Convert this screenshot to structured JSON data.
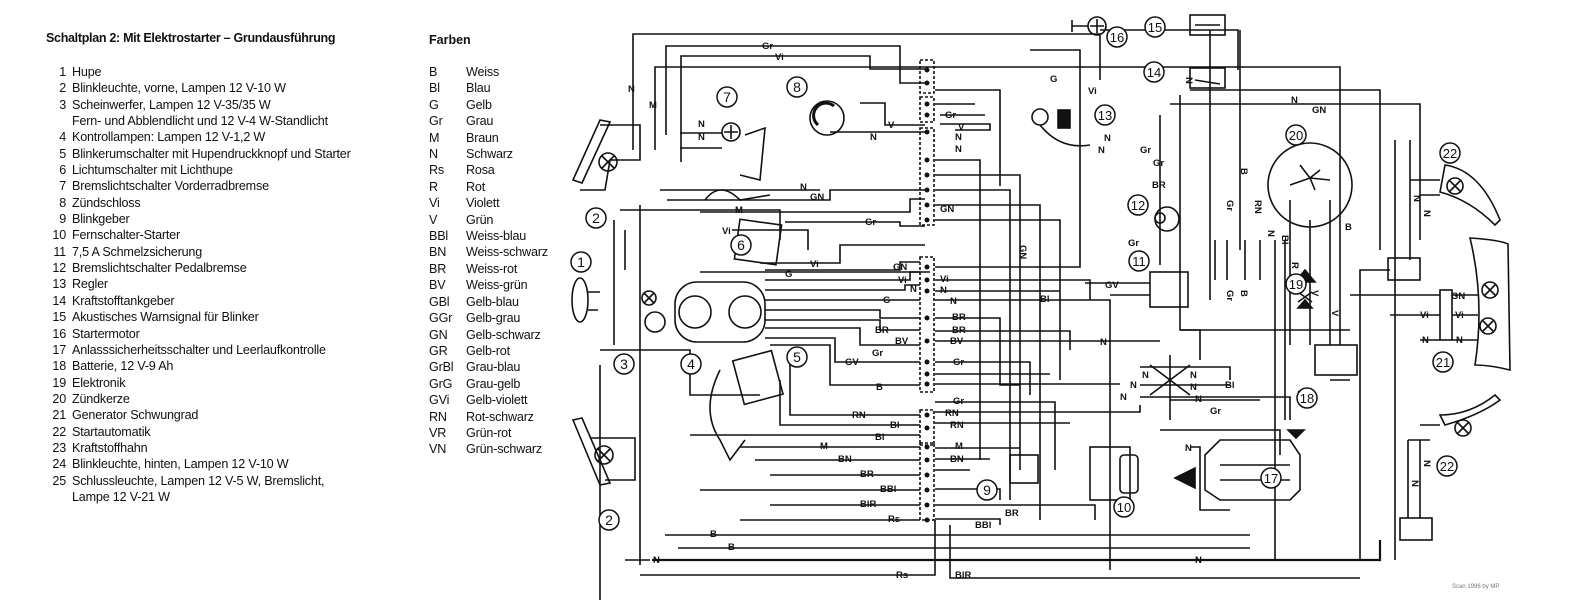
{
  "title": "Schaltplan 2: Mit Elektrostarter – Grundausführung",
  "components": [
    {
      "num": "1",
      "label": "Hupe"
    },
    {
      "num": "2",
      "label": "Blinkleuchte, vorne, Lampen 12 V-10 W"
    },
    {
      "num": "3",
      "label": "Scheinwerfer, Lampen 12 V-35/35 W",
      "cont": "Fern- und Abblendlicht und 12 V-4 W-Standlicht"
    },
    {
      "num": "4",
      "label": "Kontrollampen: Lampen 12 V-1,2 W"
    },
    {
      "num": "5",
      "label": "Blinkerumschalter mit Hupendruckknopf und Starter"
    },
    {
      "num": "6",
      "label": "Lichtumschalter mit Lichthupe"
    },
    {
      "num": "7",
      "label": "Bremslichtschalter Vorderradbremse"
    },
    {
      "num": "8",
      "label": "Zündschloss"
    },
    {
      "num": "9",
      "label": "Blinkgeber"
    },
    {
      "num": "10",
      "label": "Fernschalter-Starter"
    },
    {
      "num": "11",
      "label": "7,5 A Schmelzsicherung"
    },
    {
      "num": "12",
      "label": "Bremslichtschalter Pedalbremse"
    },
    {
      "num": "13",
      "label": "Regler"
    },
    {
      "num": "14",
      "label": "Kraftstofftankgeber"
    },
    {
      "num": "15",
      "label": "Akustisches Warnsignal für Blinker"
    },
    {
      "num": "16",
      "label": "Startermotor"
    },
    {
      "num": "17",
      "label": "Anlasssicherheitsschalter und Leerlaufkontrolle"
    },
    {
      "num": "18",
      "label": "Batterie, 12 V-9 Ah"
    },
    {
      "num": "19",
      "label": "Elektronik"
    },
    {
      "num": "20",
      "label": "Zündkerze"
    },
    {
      "num": "21",
      "label": "Generator Schwungrad"
    },
    {
      "num": "22",
      "label": "Startautomatik"
    },
    {
      "num": "23",
      "label": "Kraftstoffhahn"
    },
    {
      "num": "24",
      "label": "Blinkleuchte, hinten, Lampen 12 V-10 W"
    },
    {
      "num": "25",
      "label": "Schlussleuchte, Lampen 12 V-5 W, Bremslicht,",
      "cont": "Lampe 12 V-21 W"
    }
  ],
  "colors_title": "Farben",
  "colors": [
    {
      "code": "B",
      "name": "Weiss"
    },
    {
      "code": "Bl",
      "name": "Blau"
    },
    {
      "code": "G",
      "name": "Gelb"
    },
    {
      "code": "Gr",
      "name": "Grau"
    },
    {
      "code": "M",
      "name": "Braun"
    },
    {
      "code": "N",
      "name": "Schwarz"
    },
    {
      "code": "Rs",
      "name": "Rosa"
    },
    {
      "code": "R",
      "name": "Rot"
    },
    {
      "code": "Vi",
      "name": "Violett"
    },
    {
      "code": "V",
      "name": "Grün"
    },
    {
      "code": "BBl",
      "name": "Weiss-blau"
    },
    {
      "code": "BN",
      "name": "Weiss-schwarz"
    },
    {
      "code": "BR",
      "name": "Weiss-rot"
    },
    {
      "code": "BV",
      "name": "Weiss-grün"
    },
    {
      "code": "GBl",
      "name": "Gelb-blau"
    },
    {
      "code": "GGr",
      "name": "Gelb-grau"
    },
    {
      "code": "GN",
      "name": "Gelb-schwarz"
    },
    {
      "code": "GR",
      "name": "Gelb-rot"
    },
    {
      "code": "GrBl",
      "name": "Grau-blau"
    },
    {
      "code": "GrG",
      "name": "Grau-gelb"
    },
    {
      "code": "GVi",
      "name": "Gelb-violett"
    },
    {
      "code": "RN",
      "name": "Rot-schwarz"
    },
    {
      "code": "VR",
      "name": "Grün-rot"
    },
    {
      "code": "VN",
      "name": "Grün-schwarz"
    }
  ],
  "diagram": {
    "callouts": [
      "1",
      "2",
      "2",
      "3",
      "4",
      "5",
      "6",
      "7",
      "8",
      "9",
      "10",
      "11",
      "12",
      "13",
      "14",
      "15",
      "16",
      "17",
      "18",
      "19",
      "20",
      "21",
      "22",
      "22"
    ],
    "wire_labels": {
      "top_gr": "Gr",
      "top_vi": "Vi",
      "left_n": "N",
      "left_m": "M",
      "sw7_n1": "N",
      "sw7_n2": "N",
      "key_v": "V",
      "key_n": "N",
      "c1_gr": "Gr",
      "c1_v": "V",
      "c1_n1": "N",
      "c1_n2": "N",
      "n_mid": "N",
      "gn_mid": "GN",
      "m_mid": "M",
      "gn_conn": "GN",
      "vi6": "Vi",
      "gr6": "Gr",
      "g6": "G",
      "gn_dash": "GN",
      "vi_dash": "Vi",
      "g_dash": "G",
      "n_dash": "N",
      "vi_r": "Vi",
      "n_r1": "N",
      "n_r2": "N",
      "br1": "BR",
      "br_r1": "BR",
      "br_r2": "BR",
      "bv": "BV",
      "bv_r": "BV",
      "gr_d": "Gr",
      "gr_r": "Gr",
      "gv": "GV",
      "b_d": "B",
      "gr_r2": "Gr",
      "rn": "RN",
      "rn_r1": "RN",
      "rn_r2": "RN",
      "bl1": "Bl",
      "bl2": "Bl",
      "m_b": "M",
      "m_r": "M",
      "bn": "BN",
      "bn_r": "BN",
      "br_b": "BR",
      "bbl": "BBl",
      "blr": "BlR",
      "rs": "Rs",
      "b_bot1": "B",
      "b_bot2": "B",
      "n_bot": "N",
      "rs_bot": "Rs",
      "blr_bot": "BlR",
      "g16": "G",
      "vi13": "Vi",
      "n13a": "N",
      "n13b": "N",
      "gr13a": "Gr",
      "gr13b": "Gr",
      "n14": "N",
      "n_top_r": "N",
      "gn_top_r": "GN",
      "br12": "BR",
      "gr12": "Gr",
      "gv11": "GV",
      "gn_vert": "GN",
      "gr_v1": "Gr",
      "b_v1": "B",
      "rn_v": "RN",
      "n_v": "N",
      "bl_v": "Bl",
      "gr_v2": "Gr",
      "b_v2": "B",
      "b20": "B",
      "r18": "R",
      "v18a": "V",
      "v18b": "V",
      "n_x1": "N",
      "n_x2": "N",
      "n_x3": "N",
      "n_x4": "N",
      "n_x5": "N",
      "n_x6": "N",
      "bl_x": "Bl",
      "b_bat": "B",
      "gr10": "Gr",
      "n17": "N",
      "br9": "BR",
      "bbl9": "BBl",
      "n_long": "N",
      "blr_long": "BlR",
      "gn21": "GN",
      "vi21a": "Vi",
      "vi21b": "Vi",
      "n21a": "N",
      "n21b": "N",
      "n22a": "N",
      "n22b": "N",
      "n24a": "N",
      "n24b": "N"
    }
  },
  "credit": "Scan 1996 by MP"
}
